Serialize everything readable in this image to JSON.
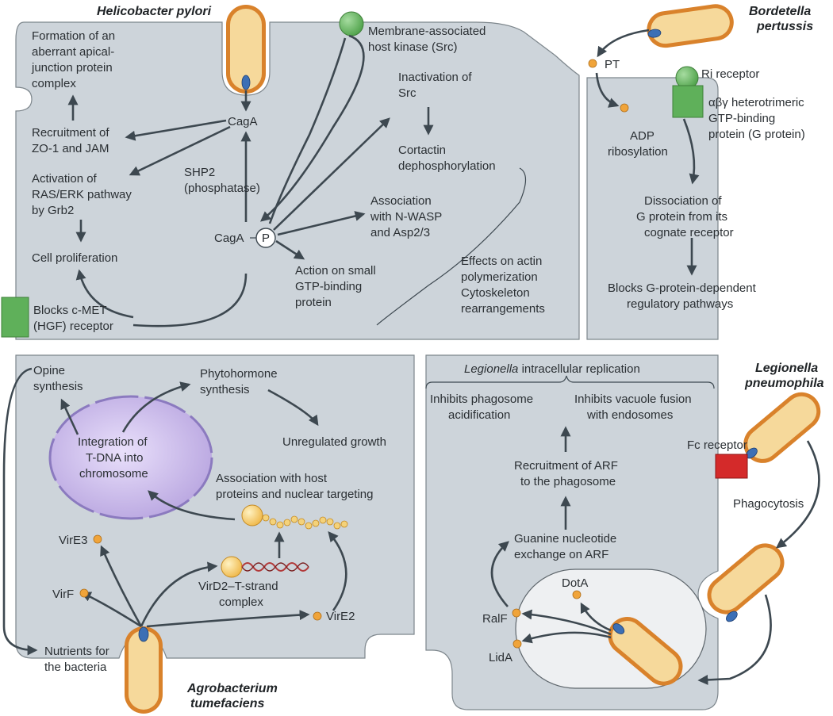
{
  "organisms": {
    "helicobacter": "Helicobacter pylori",
    "bordetella_1": "Bordetella",
    "bordetella_2": "pertussis",
    "legionella_1": "Legionella",
    "legionella_2": "pneumophila",
    "agrobacterium_1": "Agrobacterium",
    "agrobacterium_2": "tumefaciens"
  },
  "helicobacter_panel": {
    "formation": [
      "Formation of an",
      "aberrant apical-",
      "junction protein",
      "complex"
    ],
    "recruitment": [
      "Recruitment of",
      "ZO-1 and JAM"
    ],
    "activation": [
      "Activation of",
      "RAS/ERK pathway",
      "by Grb2"
    ],
    "proliferation": "Cell proliferation",
    "blocks_cmet": [
      "Blocks c-MET",
      "(HGF) receptor"
    ],
    "caga": "CagA",
    "caga_p": "CagA",
    "p_symbol": "P",
    "shp2": [
      "SHP2",
      "(phosphatase)"
    ],
    "kinase": [
      "Membrane-associated",
      "host kinase (Src)"
    ],
    "inactivation": [
      "Inactivation of",
      "Src"
    ],
    "cortactin": [
      "Cortactin",
      "dephosphorylation"
    ],
    "association": [
      "Association",
      "with N-WASP",
      "and Asp2/3"
    ],
    "action": [
      "Action on small",
      "GTP-binding",
      "protein"
    ],
    "effects": [
      "Effects on actin",
      "polymerization",
      "Cytoskeleton",
      "rearrangements"
    ]
  },
  "bordetella_panel": {
    "pt": "PT",
    "ri_receptor": "Ri receptor",
    "g_protein": [
      "αβγ heterotrimeric",
      "GTP-binding",
      "protein (G protein)"
    ],
    "adp": [
      "ADP",
      "ribosylation"
    ],
    "dissociation": [
      "Dissociation of",
      "G protein from its",
      "cognate receptor"
    ],
    "blocks": [
      "Blocks G-protein-dependent",
      "regulatory pathways"
    ]
  },
  "agrobacterium_panel": {
    "opine": [
      "Opine",
      "synthesis"
    ],
    "phytohormone": [
      "Phytohormone",
      "synthesis"
    ],
    "unregulated": "Unregulated growth",
    "integration": [
      "Integration of",
      "T-DNA into",
      "chromosome"
    ],
    "association": [
      "Association with host",
      "proteins and nuclear targeting"
    ],
    "vire3": "VirE3",
    "virf": "VirF",
    "vird2": [
      "VirD2–T-strand",
      "complex"
    ],
    "vire2": "VirE2",
    "nutrients": [
      "Nutrients for",
      "the bacteria"
    ]
  },
  "legionella_panel": {
    "title_italic": "Legionella",
    "title_rest": " intracellular replication",
    "inhibits_acid": [
      "Inhibits phagosome",
      "acidification"
    ],
    "inhibits_fusion": [
      "Inhibits vacuole fusion",
      "with endosomes"
    ],
    "recruitment": [
      "Recruitment of ARF",
      "to the phagosome"
    ],
    "guanine": [
      "Guanine nucleotide",
      "exchange on ARF"
    ],
    "dota": "DotA",
    "ralf": "RalF",
    "lida": "LidA",
    "fc_receptor": "Fc receptor",
    "phagocytosis": "Phagocytosis"
  },
  "colors": {
    "cell_fill": "#cdd4da",
    "bacteria_outline": "#d9822b",
    "bacteria_fill": "#f6d99b",
    "receptor_green": "#5fb05a",
    "fc_receptor_red": "#d42a2a",
    "nucleus_purple": "#c7b6e8",
    "arrow": "#3d4850"
  },
  "icons": [
    "bacterium-icon",
    "membrane-pore-icon",
    "effector-dot-icon",
    "receptor-icon",
    "nucleus-icon",
    "dna-strand-icon"
  ]
}
